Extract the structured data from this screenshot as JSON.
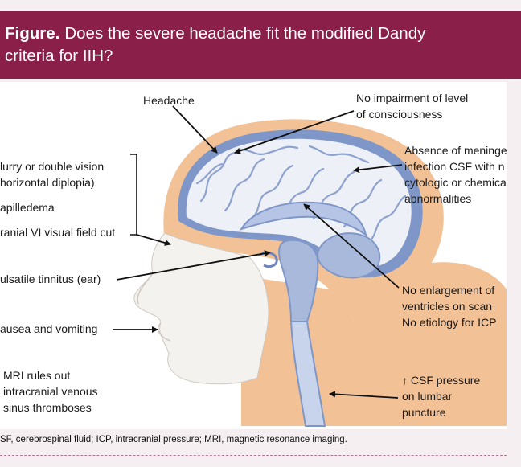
{
  "header": {
    "title_lead": "Figure.",
    "title_text": "Does the severe headache fit the modified Dandy criteria for IIH?",
    "title_line1": "Does the severe headache fit the modified Dandy",
    "title_line2": "criteria for IIH?"
  },
  "labels": {
    "headache": "Headache",
    "consciousness_l1": "No impairment of level",
    "consciousness_l2": "of consciousness",
    "meningeal_l1": "Absence of meninge",
    "meningeal_l2": "infection CSF with n",
    "meningeal_l3": "cytologic or chemica",
    "meningeal_l4": "abnormalities",
    "vision_l1": "lurry or double vision",
    "vision_l2": "horizontal diplopia)",
    "papilledema": "apilledema",
    "cranial": "ranial VI visual field cut",
    "tinnitus": "ulsatile tinnitus (ear)",
    "nausea": "ausea and vomiting",
    "ventricles_l1": "No enlargement of",
    "ventricles_l2": "ventricles on scan",
    "etiology": "No etiology for ICP",
    "mri_l1": "MRI rules out",
    "mri_l2": "intracranial venous",
    "mri_l3": "sinus thromboses",
    "csf_l1": "↑ CSF pressure",
    "csf_l2": "on lumbar",
    "csf_l3": "puncture"
  },
  "footnote": "SF, cerebrospinal fluid; ICP, intracranial pressure; MRI, magnetic resonance imaging.",
  "colors": {
    "header": "#8a1f4a",
    "skin": "#f2c196",
    "face": "#f4f2ee",
    "brain_blue": "#7f97c8",
    "brain_light": "#dfe4f2",
    "spine": "#a9b9dc"
  }
}
